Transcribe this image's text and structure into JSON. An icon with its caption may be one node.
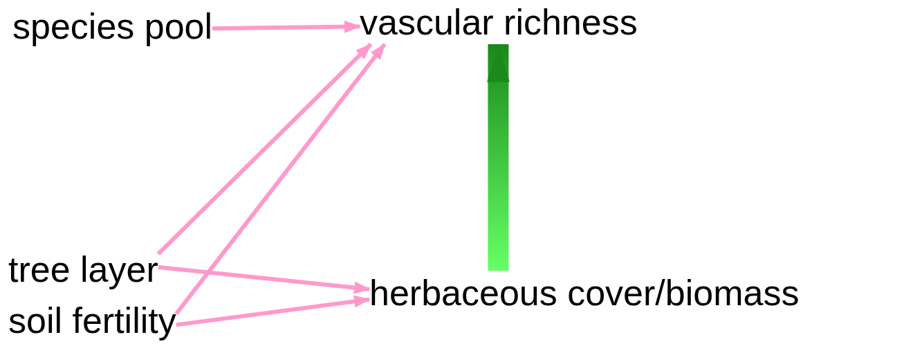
{
  "diagram": {
    "nodes": [
      {
        "text": [
          "species pool"
        ]
      },
      {
        "text": [
          "vascular richness"
        ]
      },
      {
        "text": [
          "tree layer"
        ]
      },
      {
        "text": [
          "soil fertility"
        ]
      },
      {
        "text": [
          "herbaceous cover/biomass"
        ]
      }
    ],
    "edges": [
      {
        "from": 0,
        "to": 1,
        "arrow": "to"
      },
      {
        "from": 2,
        "to": 1,
        "arrow": "to"
      },
      {
        "from": 3,
        "to": 1,
        "arrow": "to"
      },
      {
        "from": 2,
        "to": 4,
        "arrow": "to"
      },
      {
        "from": 3,
        "to": 4,
        "arrow": "to"
      },
      {
        "from": 4,
        "to": 1,
        "arrow": "to",
        "style": "thick",
        "color": "#1a8a1a"
      }
    ]
  }
}
